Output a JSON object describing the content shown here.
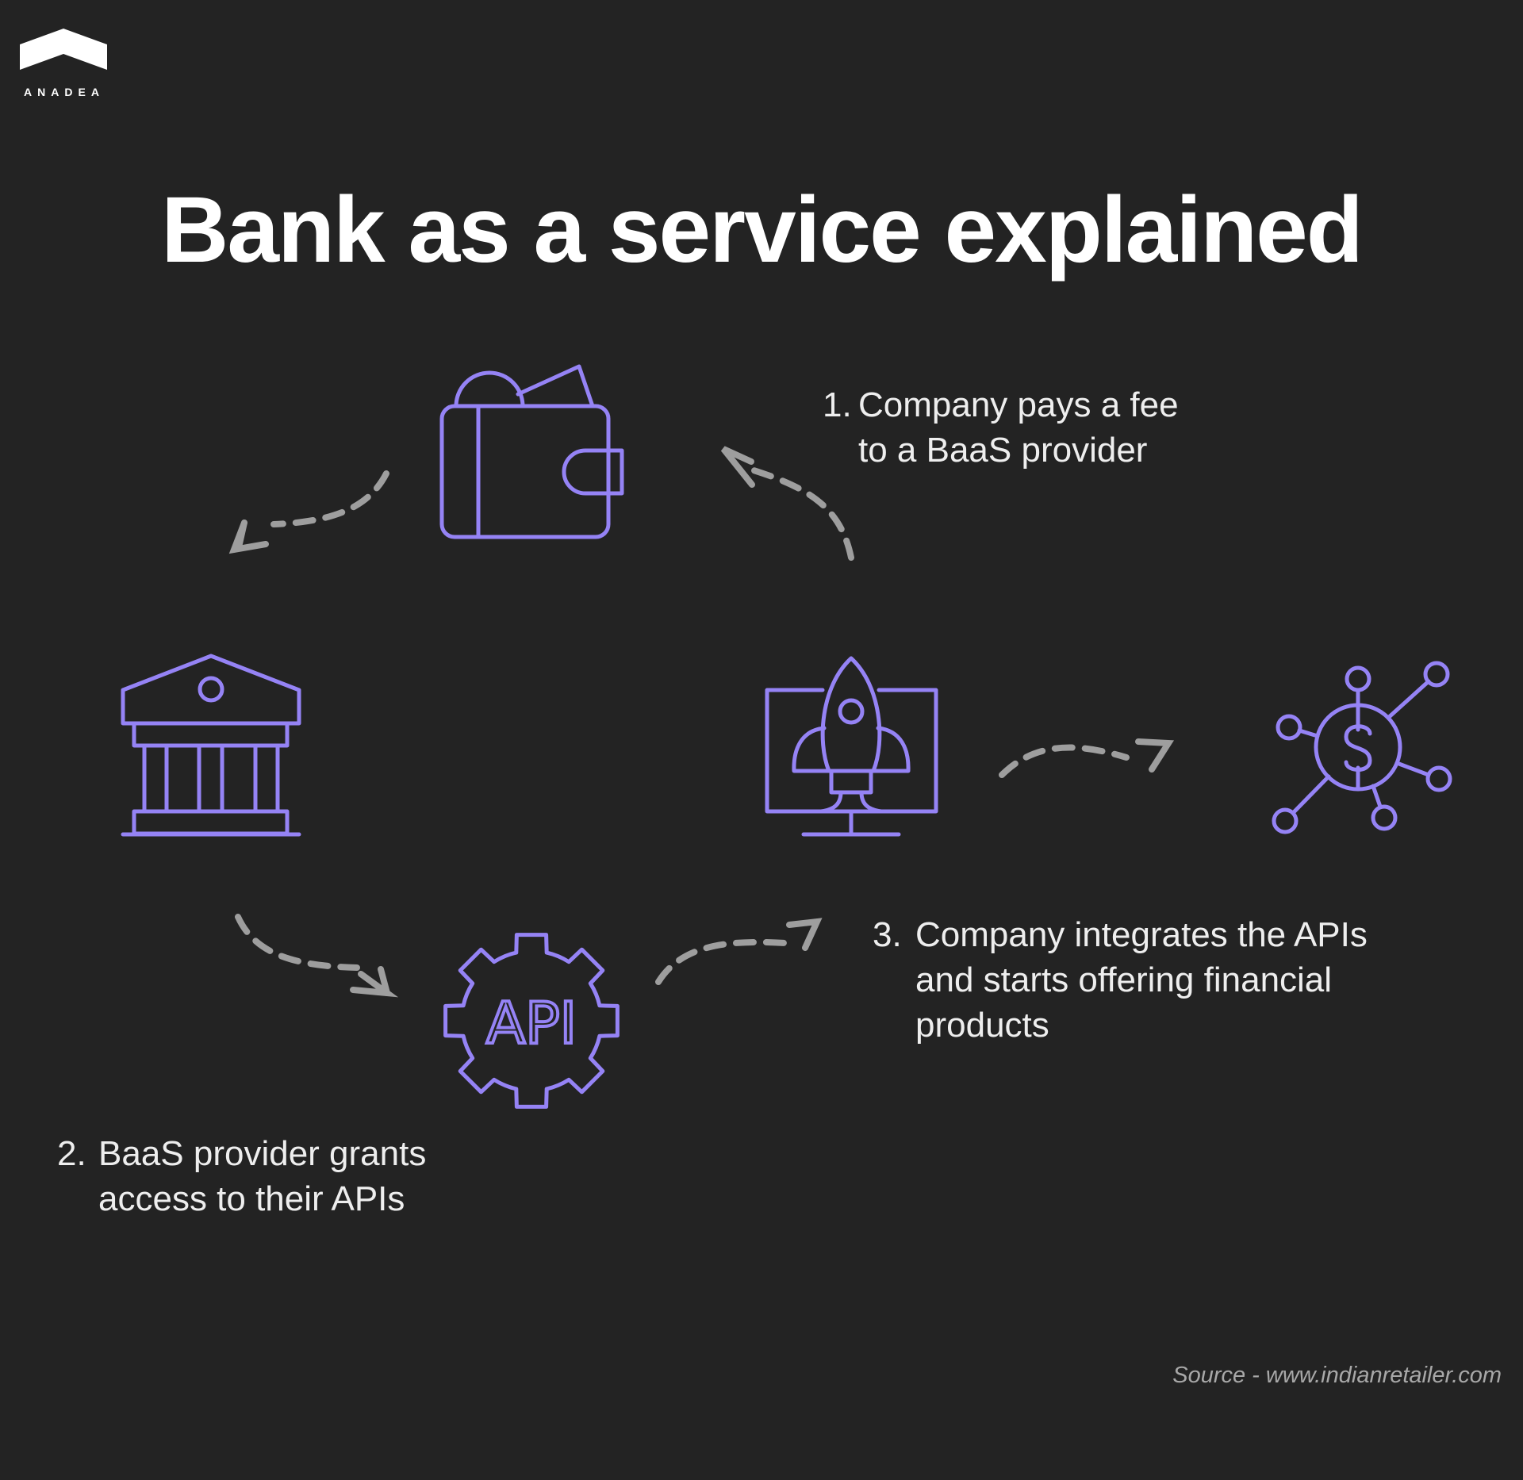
{
  "brand": {
    "name": "ANADEA",
    "logo_icon": "roof-chevron-logo"
  },
  "title": "Bank as a service explained",
  "colors": {
    "background": "#232323",
    "icon_accent": "#9583f5",
    "arrow": "#9e9e9e",
    "text": "#eeeeee"
  },
  "steps": [
    {
      "number": "1.",
      "text": "Company pays a fee\nto a BaaS provider"
    },
    {
      "number": "2.",
      "text": "BaaS provider grants\naccess to their APIs"
    },
    {
      "number": "3.",
      "text": "Company integrates the APIs\nand starts offering financial\nproducts"
    }
  ],
  "icons": {
    "wallet": "wallet-icon",
    "bank": "bank-icon",
    "api_gear": "api-gear-icon",
    "api_label": "API",
    "rocket_monitor": "rocket-monitor-icon",
    "money_network": "money-network-icon"
  },
  "source": "Source - www.indianretailer.com"
}
